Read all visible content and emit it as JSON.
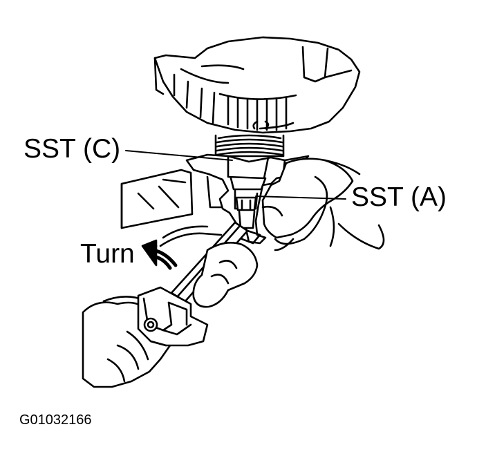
{
  "figure": {
    "labels": {
      "sst_c": "SST (C)",
      "sst_a": "SST (A)",
      "turn": "Turn"
    },
    "figure_code": "G01032166",
    "line_color": "#000000",
    "background": "#ffffff"
  }
}
